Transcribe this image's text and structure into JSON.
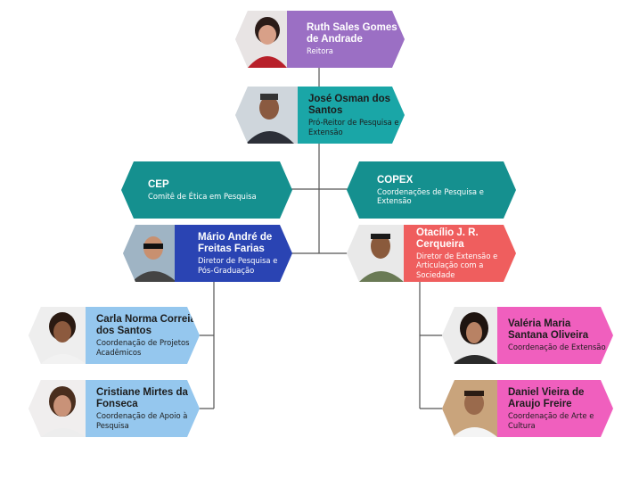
{
  "nodes": {
    "rector": {
      "name": "Ruth Sales Gomes de Andrade",
      "role": "Reitora"
    },
    "pro_rector": {
      "name": "José Osman dos Santos",
      "role": "Pró-Reitor de Pesquisa e Extensão"
    },
    "cep": {
      "name": "CEP",
      "role": "Comitê de Ética em Pesquisa"
    },
    "copex": {
      "name": "COPEX",
      "role": "Coordenações de Pesquisa e Extensão"
    },
    "research_director": {
      "name": "Mário André de Freitas Farias",
      "role": "Diretor de Pesquisa e Pós-Graduação"
    },
    "extension_director": {
      "name": "Otacílio J. R. Cerqueira",
      "role": "Diretor de Extensão e Articulação com a Sociedade"
    },
    "projects_coord": {
      "name": "Carla Norma Correia dos Santos",
      "role": "Coordenação de Projetos Acadêmicos"
    },
    "research_support_coord": {
      "name": "Cristiane Mirtes da Fonseca",
      "role": "Coordenação de Apoio à Pesquisa"
    },
    "extension_coord": {
      "name": "Valéria Maria Santana Oliveira",
      "role": "Coordenação de Extensão"
    },
    "art_culture_coord": {
      "name": "Daniel Vieira de Araujo Freire",
      "role": "Coordenação de Arte e Cultura"
    }
  },
  "colors": {
    "rector": "#9b6fc4",
    "pro_rector": "#1aa6a7",
    "committees": "#15908f",
    "research_director": "#2a44b3",
    "extension_director": "#ef5e5e",
    "research_coords": "#95c7ee",
    "extension_coords": "#f05fbe",
    "connector": "#555555"
  }
}
